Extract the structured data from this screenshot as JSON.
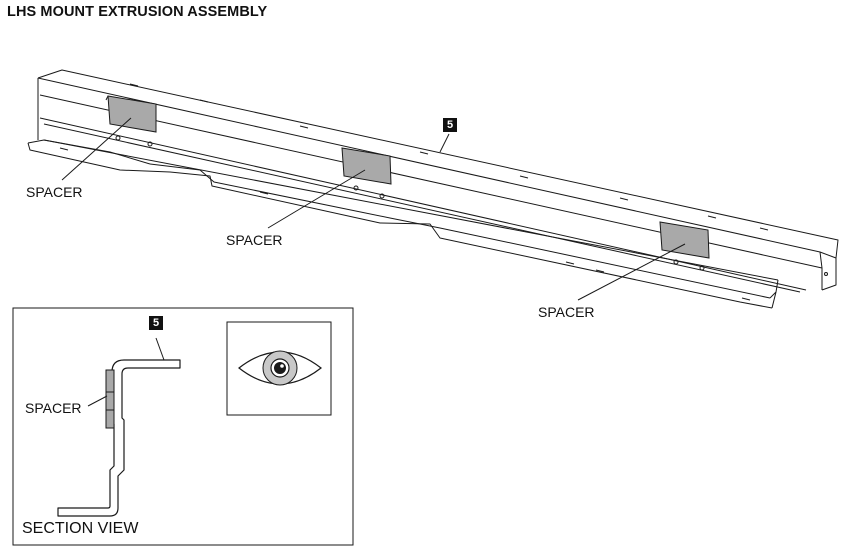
{
  "title": "LHS MOUNT EXTRUSION ASSEMBLY",
  "callouts": {
    "main_part_number": "5",
    "section_part_number": "5"
  },
  "labels": {
    "spacer_1": "SPACER",
    "spacer_2": "SPACER",
    "spacer_3": "SPACER",
    "section_spacer": "SPACER",
    "section_view": "SECTION VIEW"
  },
  "icons": {
    "view_direction": "eye-icon"
  },
  "colors": {
    "line": "#1a1a1a",
    "spacer_fill": "#a9a9a9",
    "callout_bg": "#111111"
  }
}
